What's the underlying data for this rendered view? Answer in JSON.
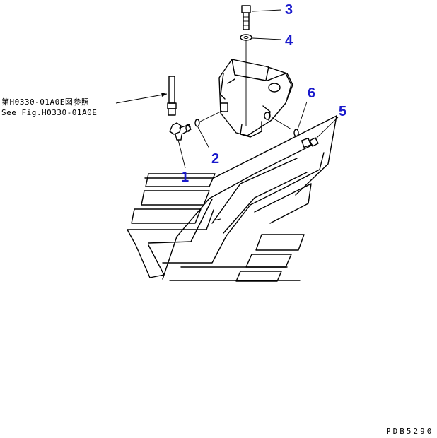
{
  "reference": {
    "line_jp": "第H0330-01A0E図参照",
    "line_en": "See Fig.H0330-01A0E"
  },
  "callouts": [
    {
      "id": "1",
      "label": "1"
    },
    {
      "id": "2",
      "label": "2"
    },
    {
      "id": "3",
      "label": "3"
    },
    {
      "id": "4",
      "label": "4"
    },
    {
      "id": "5",
      "label": "5"
    },
    {
      "id": "6",
      "label": "6"
    }
  ],
  "drawing_code": "PDB5290",
  "colors": {
    "callout": "#1a1acc",
    "line": "#000000",
    "background": "#ffffff"
  }
}
